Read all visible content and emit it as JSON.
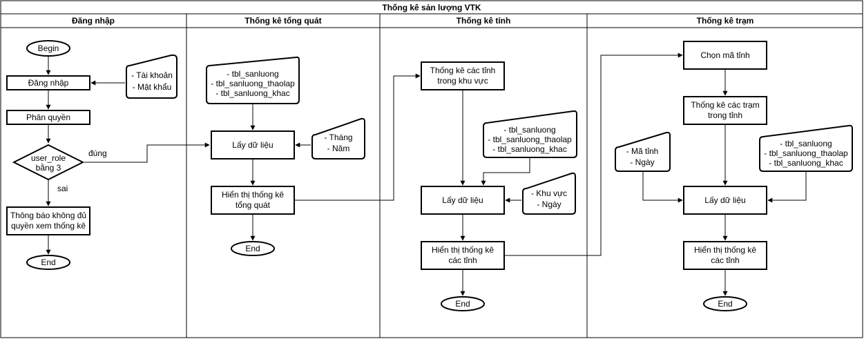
{
  "title": "Thống kê sản lượng VTK",
  "lanes": [
    {
      "label": "Đăng nhập"
    },
    {
      "label": "Thống kê tổng quát"
    },
    {
      "label": "Thống kê tỉnh"
    },
    {
      "label": "Thống kê trạm"
    }
  ],
  "login": {
    "begin": "Begin",
    "login_step": "Đăng nhập",
    "input_line1": "- Tài khoản",
    "input_line2": "- Mật khẩu",
    "authorize": "Phân quyền",
    "decision_line1": "user_role",
    "decision_line2": "bằng 3",
    "yes_label": "đúng",
    "no_label": "sai",
    "deny_line1": "Thông báo không đủ",
    "deny_line2": "quyền xem thống kê",
    "end": "End"
  },
  "overview": {
    "tables_line1": "- tbl_sanluong",
    "tables_line2": "- tbl_sanluong_thaolap",
    "tables_line3": "- tbl_sanluong_khac",
    "get_data": "Lấy dữ liệu",
    "input_line1": "- Tháng",
    "input_line2": "- Năm",
    "show_line1": "Hiển thị thống kê",
    "show_line2": "tổng quát",
    "end": "End"
  },
  "province": {
    "stats_line1": "Thống kê các tỉnh",
    "stats_line2": "trong khu vực",
    "tables_line1": "- tbl_sanluong",
    "tables_line2": "- tbl_sanluong_thaolap",
    "tables_line3": "- tbl_sanluong_khac",
    "get_data": "Lấy dữ liệu",
    "input_line1": "- Khu vực",
    "input_line2": "- Ngày",
    "show_line1": "Hiển thị thống kê",
    "show_line2": "các tỉnh",
    "end": "End"
  },
  "station": {
    "choose": "Chọn mã tỉnh",
    "stats_line1": "Thống kê các trạm",
    "stats_line2": "trong tỉnh",
    "input_line1": "- Mã tỉnh",
    "input_line2": "- Ngày",
    "tables_line1": "- tbl_sanluong",
    "tables_line2": "- tbl_sanluong_thaolap",
    "tables_line3": "- tbl_sanluong_khac",
    "get_data": "Lấy dữ liệu",
    "show_line1": "Hiển thị thống kê",
    "show_line2": "các tỉnh",
    "end": "End"
  }
}
